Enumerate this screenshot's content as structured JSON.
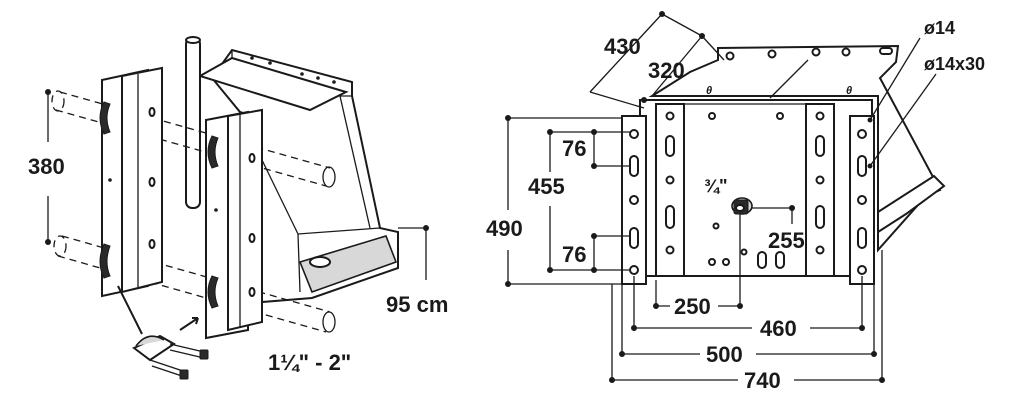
{
  "left_view": {
    "dim_height": "380",
    "dim_depth": "95 cm",
    "dim_tube": "1¼\" - 2\""
  },
  "right_view": {
    "dim_430": "430",
    "dim_320": "320",
    "dim_hole_round": "ø14",
    "dim_hole_slot": "ø14x30",
    "dim_76_top": "76",
    "dim_455": "455",
    "dim_490": "490",
    "dim_76_bottom": "76",
    "dim_thread": "¾\"",
    "dim_255": "255",
    "dim_250": "250",
    "dim_460": "460",
    "dim_500": "500",
    "dim_740": "740"
  }
}
